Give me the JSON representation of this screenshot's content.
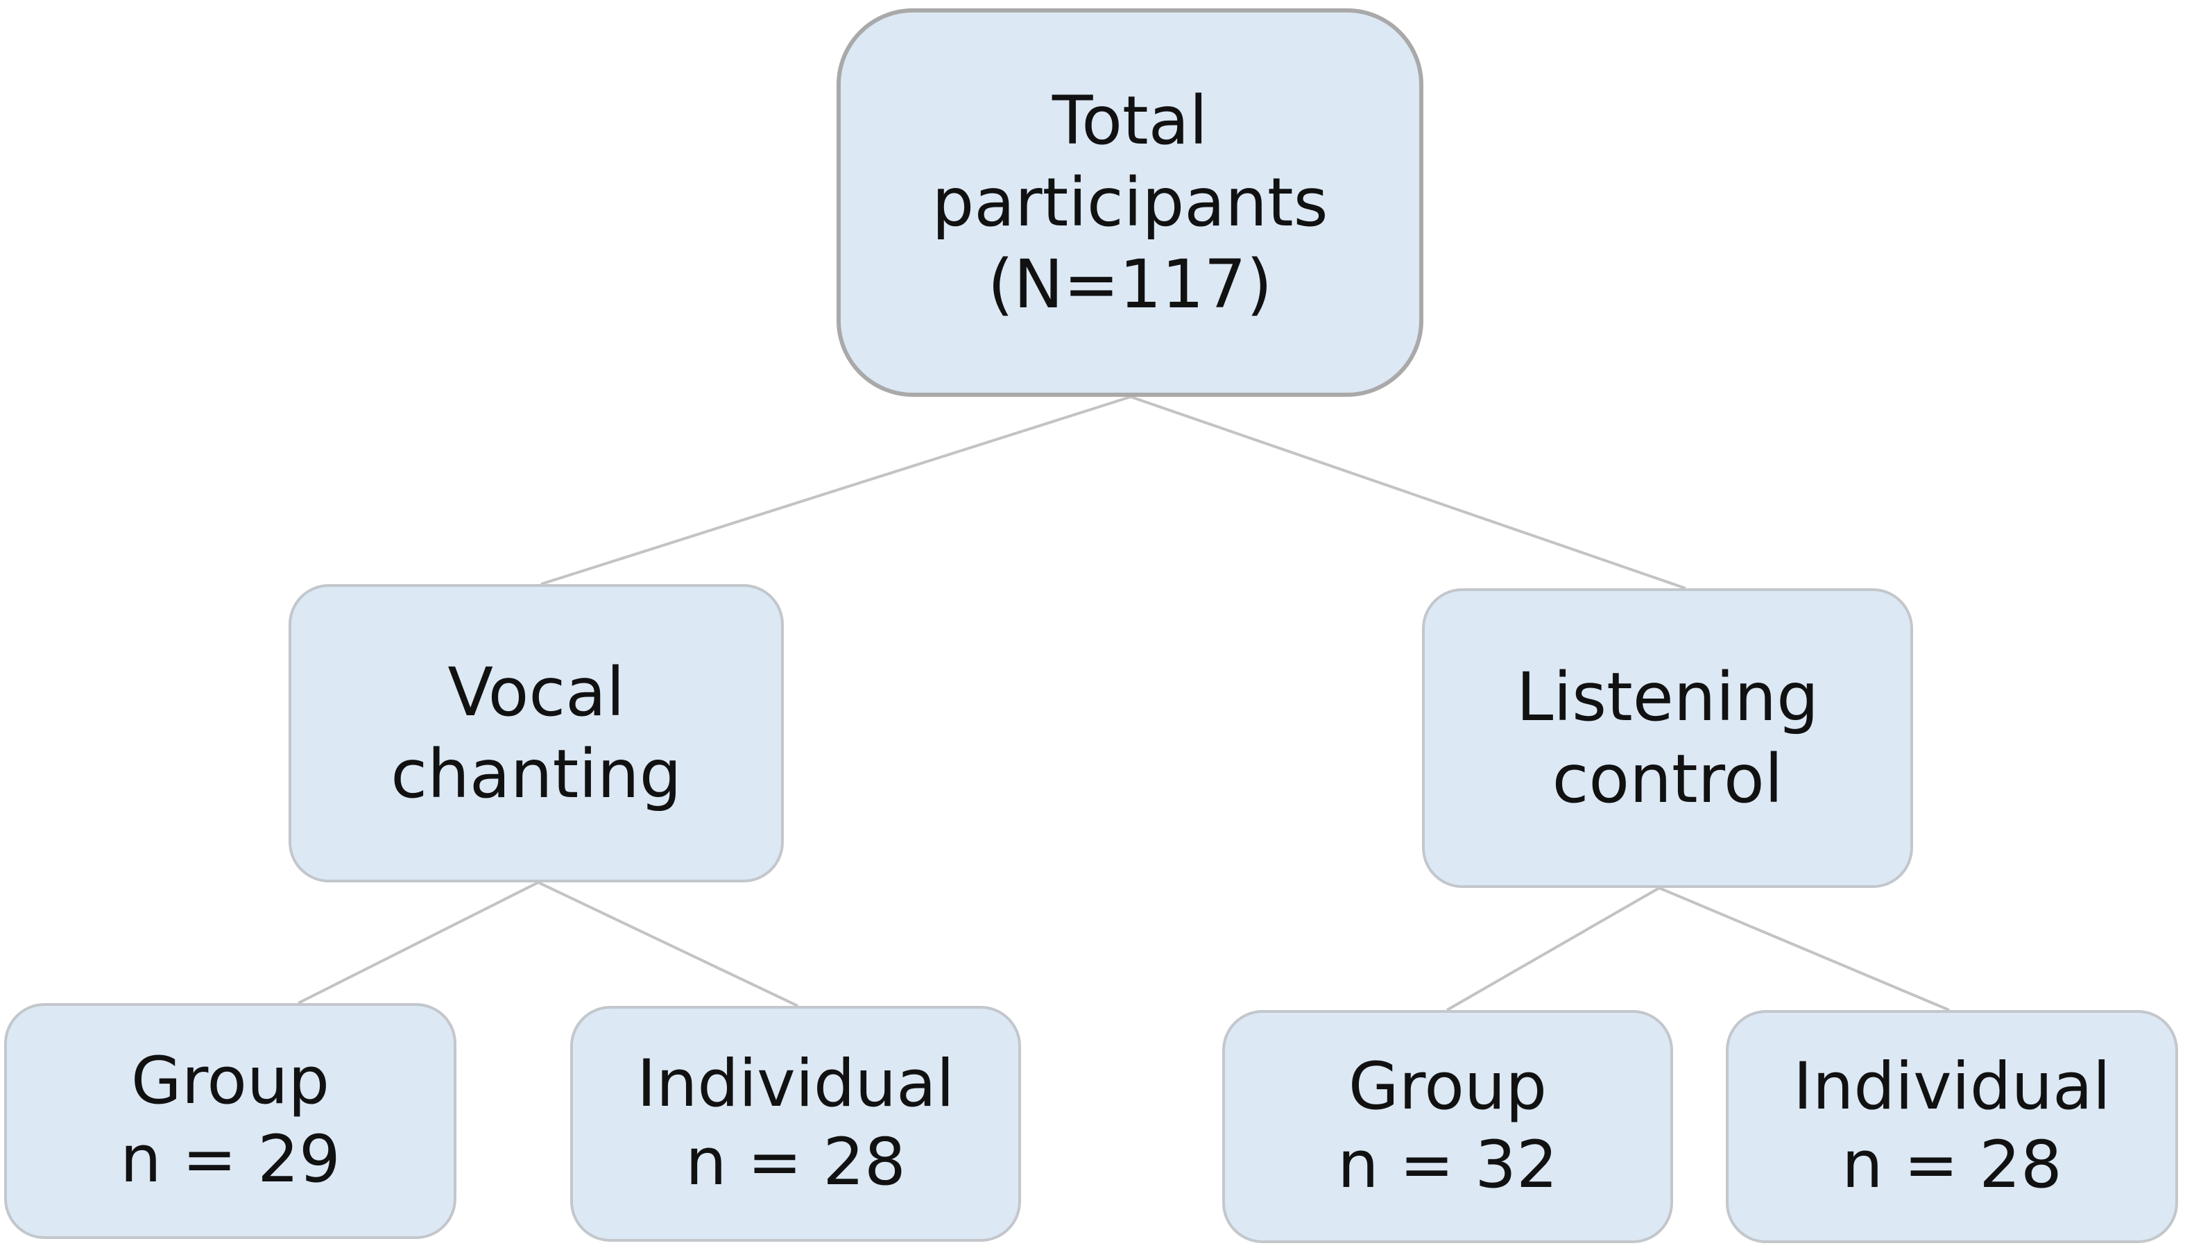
{
  "diagram": {
    "root": {
      "line1": "Total",
      "line2": "participants",
      "line3": "(N=117)"
    },
    "vocal": {
      "line1": "Vocal",
      "line2": "chanting"
    },
    "listening": {
      "line1": "Listening",
      "line2": "control"
    },
    "vocal_group": {
      "label": "Group",
      "count": "n = 29"
    },
    "vocal_individual": {
      "label": "Individual",
      "count": "n = 28"
    },
    "listening_group": {
      "label": "Group",
      "count": "n = 32"
    },
    "listening_individual": {
      "label": "Individual",
      "count": "n = 28"
    },
    "colors": {
      "box_fill": "#dce8f4",
      "box_border": "#c3c7cc",
      "root_border": "#a9a9a9",
      "connector": "#c3c3c3",
      "text": "#111111"
    }
  }
}
